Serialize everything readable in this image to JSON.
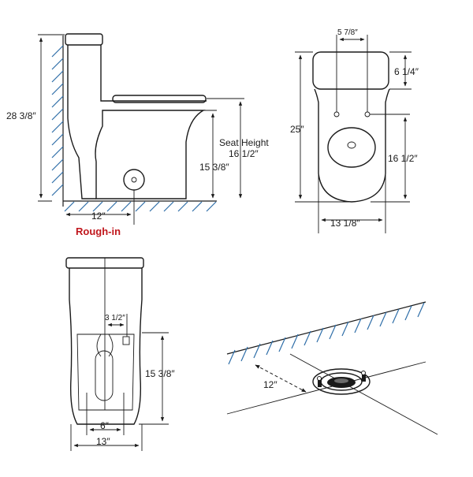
{
  "side_view": {
    "height_total": "28 3/8″",
    "seat_height_label": "Seat Height",
    "seat_height_value": "16 1/2″",
    "bowl_height": "15 3/8″",
    "rough_in_dim": "12″",
    "rough_in_label": "Rough-in"
  },
  "top_view": {
    "bolt_spacing": "5 7/8″",
    "tank_depth": "6 1/4″",
    "length_total": "25″",
    "bowl_length": "16 1/2″",
    "width": "13 1/8″"
  },
  "front_view": {
    "supply_offset": "3 1/2″",
    "bowl_height": "15 3/8″",
    "base_inner_width": "6″",
    "base_outer_width": "13″"
  },
  "floor_view": {
    "rough_in_dim": "12″"
  },
  "colors": {
    "line": "#1a1a1a",
    "hatch": "#2f6ea8",
    "accent": "#c0161c"
  }
}
